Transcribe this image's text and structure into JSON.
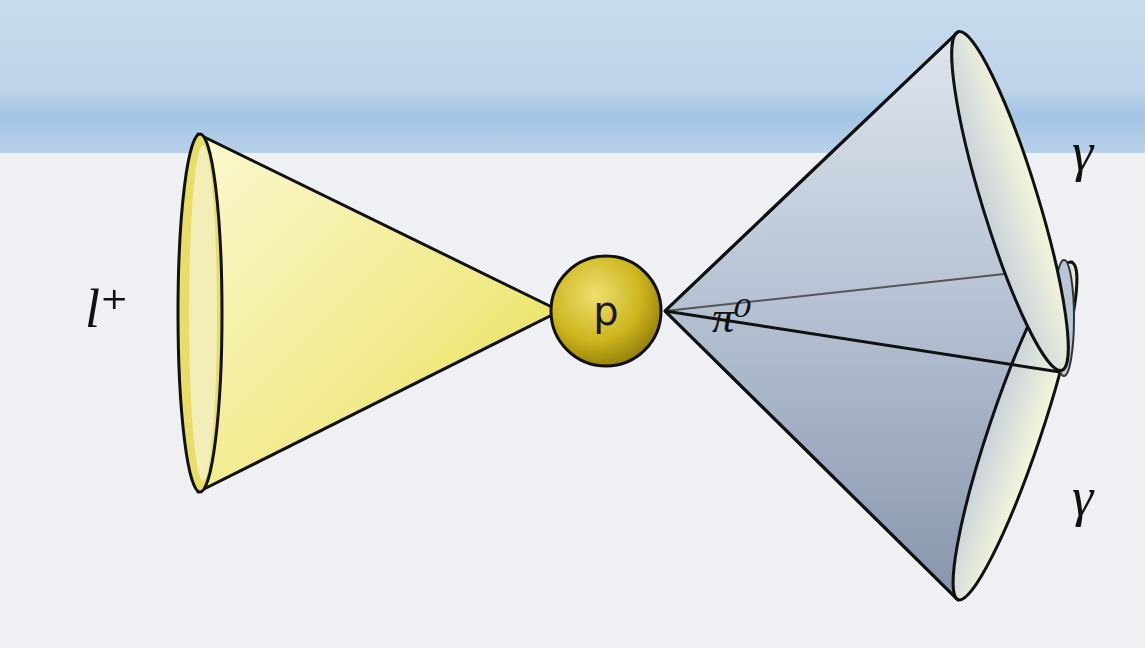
{
  "diagram": {
    "nodes": [
      {
        "text": [
          "p"
        ]
      }
    ],
    "labels": [
      "l⁺",
      "π⁰",
      "γ",
      "γ"
    ]
  }
}
